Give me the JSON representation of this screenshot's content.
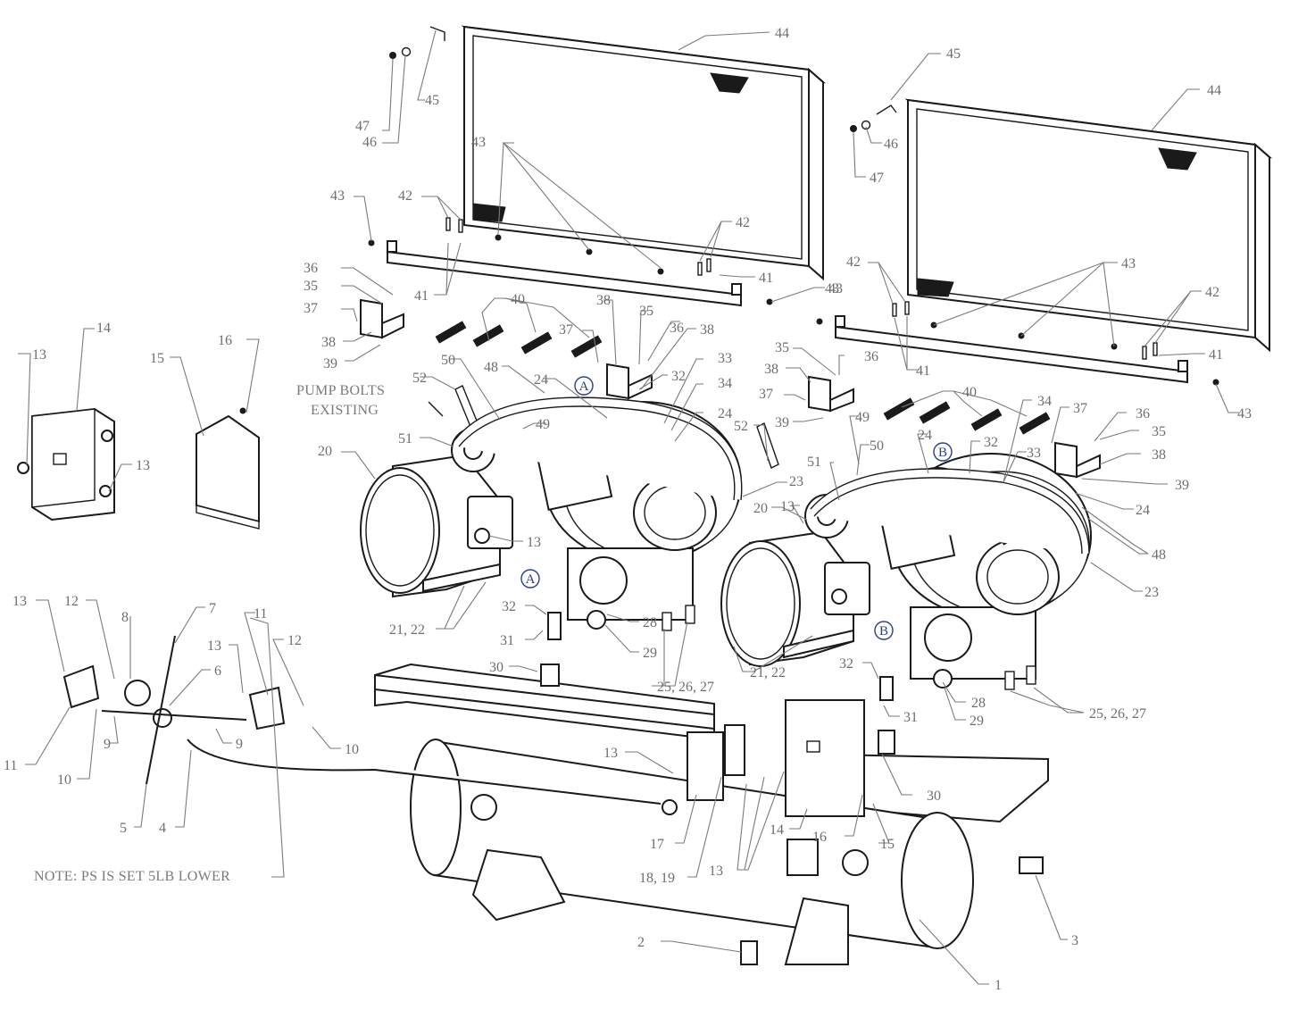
{
  "callouts": [
    {
      "id": "c44a",
      "label": "44"
    },
    {
      "id": "c45a",
      "label": "45"
    },
    {
      "id": "c47a",
      "label": "47"
    },
    {
      "id": "c46a",
      "label": "46"
    },
    {
      "id": "c43a",
      "label": "43"
    },
    {
      "id": "c42a",
      "label": "42"
    },
    {
      "id": "c43b",
      "label": "43"
    },
    {
      "id": "c42b",
      "label": "42"
    },
    {
      "id": "c41a",
      "label": "41"
    },
    {
      "id": "c41b",
      "label": "41"
    },
    {
      "id": "c36a",
      "label": "36"
    },
    {
      "id": "c35a",
      "label": "35"
    },
    {
      "id": "c37a",
      "label": "37"
    },
    {
      "id": "c38a",
      "label": "38"
    },
    {
      "id": "c39a",
      "label": "39"
    },
    {
      "id": "c40a",
      "label": "40"
    },
    {
      "id": "c38b",
      "label": "38"
    },
    {
      "id": "c35b",
      "label": "35"
    },
    {
      "id": "c36b",
      "label": "36"
    },
    {
      "id": "c37b",
      "label": "37"
    },
    {
      "id": "c38c",
      "label": "38"
    },
    {
      "id": "c32a",
      "label": "32"
    },
    {
      "id": "c33a",
      "label": "33"
    },
    {
      "id": "c34a",
      "label": "34"
    },
    {
      "id": "c24a",
      "label": "24"
    },
    {
      "id": "c24b",
      "label": "24"
    },
    {
      "id": "c52a",
      "label": "52"
    },
    {
      "id": "c50a",
      "label": "50"
    },
    {
      "id": "c48a",
      "label": "48"
    },
    {
      "id": "c49a",
      "label": "49"
    },
    {
      "id": "c51a",
      "label": "51"
    },
    {
      "id": "c20a",
      "label": "20"
    },
    {
      "id": "c23a",
      "label": "23"
    },
    {
      "id": "c13a",
      "label": "13"
    },
    {
      "id": "c21a",
      "label": "21, 22"
    },
    {
      "id": "c14a",
      "label": "14"
    },
    {
      "id": "c13b",
      "label": "13"
    },
    {
      "id": "c13c",
      "label": "13"
    },
    {
      "id": "c15a",
      "label": "15"
    },
    {
      "id": "c16a",
      "label": "16"
    },
    {
      "id": "c45b",
      "label": "45"
    },
    {
      "id": "c44b",
      "label": "44"
    },
    {
      "id": "c46b",
      "label": "46"
    },
    {
      "id": "c47b",
      "label": "47"
    },
    {
      "id": "c43c",
      "label": "43"
    },
    {
      "id": "c42c",
      "label": "42"
    },
    {
      "id": "c43d",
      "label": "43"
    },
    {
      "id": "c42d",
      "label": "42"
    },
    {
      "id": "c41c",
      "label": "41"
    },
    {
      "id": "c41d",
      "label": "41"
    },
    {
      "id": "c43e",
      "label": "43"
    },
    {
      "id": "c43f",
      "label": "43"
    },
    {
      "id": "c35c",
      "label": "35"
    },
    {
      "id": "c36c",
      "label": "36"
    },
    {
      "id": "c38d",
      "label": "38"
    },
    {
      "id": "c37c",
      "label": "37"
    },
    {
      "id": "c39b",
      "label": "39"
    },
    {
      "id": "c40b",
      "label": "40"
    },
    {
      "id": "c49b",
      "label": "49"
    },
    {
      "id": "c50b",
      "label": "50"
    },
    {
      "id": "c52b",
      "label": "52"
    },
    {
      "id": "c51b",
      "label": "51"
    },
    {
      "id": "c20b",
      "label": "20"
    },
    {
      "id": "c13d",
      "label": "13"
    },
    {
      "id": "c34b",
      "label": "34"
    },
    {
      "id": "c37d",
      "label": "37"
    },
    {
      "id": "c36d",
      "label": "36"
    },
    {
      "id": "c35d",
      "label": "35"
    },
    {
      "id": "c32b",
      "label": "32"
    },
    {
      "id": "c24c",
      "label": "24"
    },
    {
      "id": "c33b",
      "label": "33"
    },
    {
      "id": "c38e",
      "label": "38"
    },
    {
      "id": "c39c",
      "label": "39"
    },
    {
      "id": "c24d",
      "label": "24"
    },
    {
      "id": "c48b",
      "label": "48"
    },
    {
      "id": "c23b",
      "label": "23"
    },
    {
      "id": "c21b",
      "label": "21, 22"
    },
    {
      "id": "c28a",
      "label": "28"
    },
    {
      "id": "c29a",
      "label": "29"
    },
    {
      "id": "c25a",
      "label": "25, 26, 27"
    },
    {
      "id": "c32c",
      "label": "32"
    },
    {
      "id": "c31a",
      "label": "31"
    },
    {
      "id": "c30a",
      "label": "30"
    },
    {
      "id": "c32d",
      "label": "32"
    },
    {
      "id": "c31b",
      "label": "31"
    },
    {
      "id": "c28b",
      "label": "28"
    },
    {
      "id": "c29b",
      "label": "29"
    },
    {
      "id": "c25b",
      "label": "25, 26, 27"
    },
    {
      "id": "c13e",
      "label": "13"
    },
    {
      "id": "c12a",
      "label": "12"
    },
    {
      "id": "c8a",
      "label": "8"
    },
    {
      "id": "c7a",
      "label": "7"
    },
    {
      "id": "c11a",
      "label": "11"
    },
    {
      "id": "c13f",
      "label": "13"
    },
    {
      "id": "c12b",
      "label": "12"
    },
    {
      "id": "c6a",
      "label": "6"
    },
    {
      "id": "c9a",
      "label": "9"
    },
    {
      "id": "c9b",
      "label": "9"
    },
    {
      "id": "c10a",
      "label": "10"
    },
    {
      "id": "c10b",
      "label": "10"
    },
    {
      "id": "c11b",
      "label": "11"
    },
    {
      "id": "c5a",
      "label": "5"
    },
    {
      "id": "c4a",
      "label": "4"
    },
    {
      "id": "c13g",
      "label": "13"
    },
    {
      "id": "c17a",
      "label": "17"
    },
    {
      "id": "c18a",
      "label": "18, 19"
    },
    {
      "id": "c13h",
      "label": "13"
    },
    {
      "id": "c14b",
      "label": "14"
    },
    {
      "id": "c16b",
      "label": "16"
    },
    {
      "id": "c15b",
      "label": "15"
    },
    {
      "id": "c30b",
      "label": "30"
    },
    {
      "id": "c3a",
      "label": "3"
    },
    {
      "id": "c2a",
      "label": "2"
    },
    {
      "id": "c1a",
      "label": "1"
    }
  ],
  "markers": [
    {
      "id": "mA1",
      "letter": "A"
    },
    {
      "id": "mA2",
      "letter": "A"
    },
    {
      "id": "mB1",
      "letter": "B"
    },
    {
      "id": "mB2",
      "letter": "B"
    }
  ],
  "notes": {
    "pump_bolts_line1": "PUMP BOLTS",
    "pump_bolts_line2": "EXISTING",
    "ps_note": "NOTE: PS IS SET 5LB LOWER"
  },
  "colors": {
    "line": "#1a1a1a",
    "leader": "#7a7a7a",
    "callout_text": "#6e6e6e",
    "marker": "#2b3f86"
  }
}
